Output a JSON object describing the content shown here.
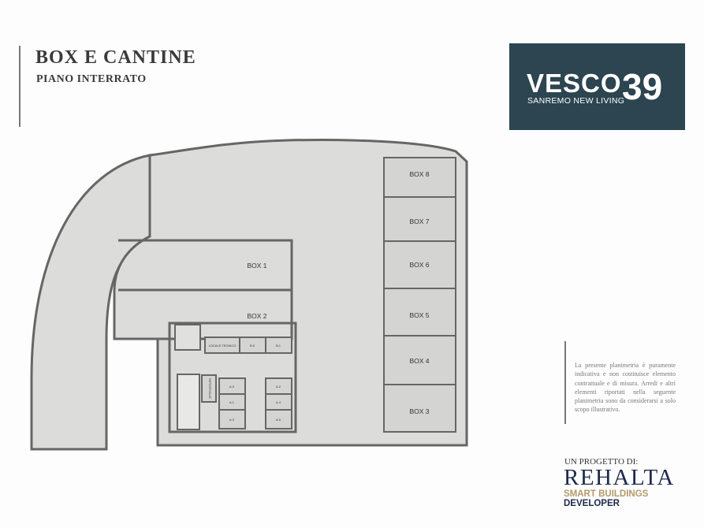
{
  "header": {
    "title": "BOX E CANTINE",
    "subtitle": "PIANO INTERRATO"
  },
  "logo": {
    "name": "VESCO",
    "number": "39",
    "tagline": "SANREMO NEW LIVING",
    "color": "#2c4550"
  },
  "plan": {
    "boxes": [
      "BOX 8",
      "BOX 7",
      "BOX 6",
      "BOX 5",
      "BOX 4",
      "BOX 3"
    ],
    "box1": "BOX 1",
    "box2": "BOX 2",
    "technical": "LOCALE TECNICO",
    "storage": "RIPOSTIGLIO",
    "cellars_top": [
      "B.0",
      "B.1"
    ],
    "cellars_left": [
      "A.0",
      "A.1",
      "A.3"
    ],
    "cellars_right": [
      "A.2",
      "A.4",
      "A.5"
    ]
  },
  "disclaimer": "La presente planimetria è puramente indicativa e non costituisce elemento contrattuale e di misura. Arredi e altri elementi riportati nella seguente planimetria sono da considerarsi a solo scopo illustrativo.",
  "developer": {
    "intro": "UN PROGETTO DI:",
    "name": "REHALTA",
    "tagline_a": "SMART BUILDINGS",
    "tagline_b": "DEVELOPER",
    "accent": "#b39a6a"
  }
}
